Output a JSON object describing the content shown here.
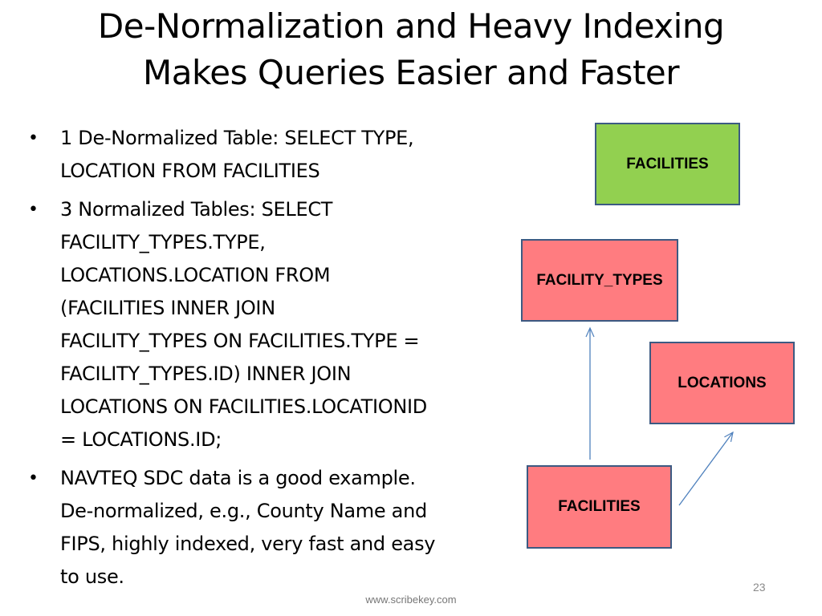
{
  "title": {
    "line1": "De-Normalization and Heavy Indexing",
    "line2": "Makes Queries Easier and Faster"
  },
  "bullets": [
    {
      "lines": [
        "1 De-Normalized Table: SELECT TYPE,",
        "LOCATION FROM FACILITIES"
      ]
    },
    {
      "lines": [
        "3 Normalized Tables: SELECT",
        "FACILITY_TYPES.TYPE,",
        "LOCATIONS.LOCATION FROM",
        "(FACILITIES INNER JOIN",
        "FACILITY_TYPES ON FACILITIES.TYPE =",
        "FACILITY_TYPES.ID)  INNER JOIN",
        "LOCATIONS ON FACILITIES.LOCATIONID",
        "= LOCATIONS.ID;"
      ]
    },
    {
      "lines": [
        "NAVTEQ SDC data is a good example.",
        "De-normalized, e.g., County Name and",
        "FIPS, highly indexed, very fast and easy",
        "to use."
      ]
    }
  ],
  "bullet_symbol": "•",
  "diagram": {
    "denormalized_table": "FACILITIES",
    "facility_types_table": "FACILITY_TYPES",
    "locations_table": "LOCATIONS",
    "facilities_table": "FACILITIES"
  },
  "colors": {
    "green_box": "#92d050",
    "pink_box": "#ff7c80",
    "box_border": "#3c5a82",
    "arrow": "#4f81bd"
  },
  "footer": "www.scribekey.com",
  "page_number": "23"
}
